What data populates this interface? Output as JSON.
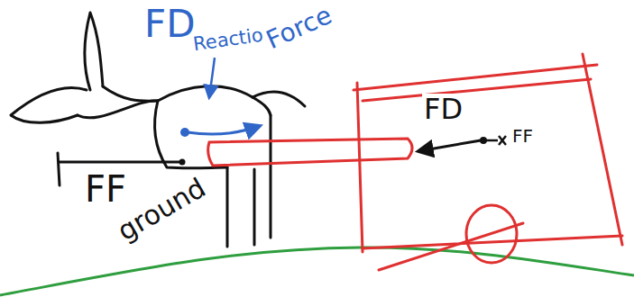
{
  "diagram": {
    "labels": [
      "FD",
      "Reaction",
      "Force",
      "FF",
      "ground",
      "FD",
      "FF"
    ]
  }
}
